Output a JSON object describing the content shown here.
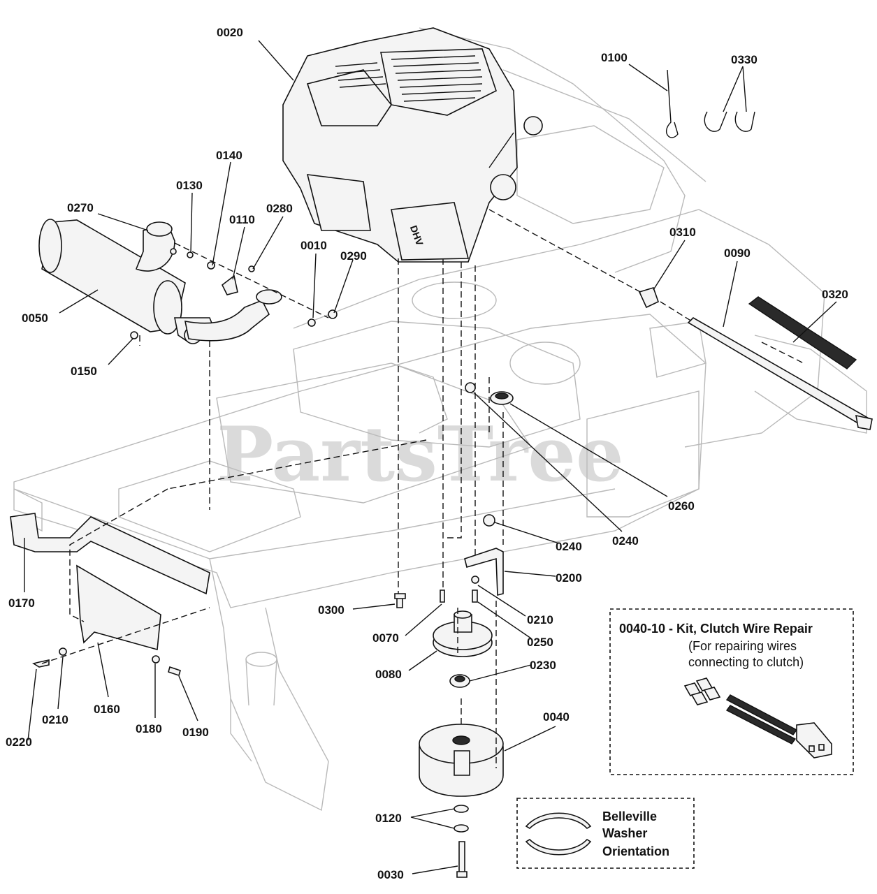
{
  "watermark": "PartsTree",
  "callouts": {
    "c0020": "0020",
    "c0100": "0100",
    "c0330": "0330",
    "c0130": "0130",
    "c0140": "0140",
    "c0270": "0270",
    "c0110": "0110",
    "c0280": "0280",
    "c0010": "0010",
    "c0290": "0290",
    "c0310": "0310",
    "c0090": "0090",
    "c0050": "0050",
    "c0320": "0320",
    "c0150": "0150",
    "c0260": "0260",
    "c0240a": "0240",
    "c0240b": "0240",
    "c0200": "0200",
    "c0170": "0170",
    "c0300": "0300",
    "c0210a": "0210",
    "c0070": "0070",
    "c0250": "0250",
    "c0080": "0080",
    "c0230": "0230",
    "c0040": "0040",
    "c0220": "0220",
    "c0210b": "0210",
    "c0160": "0160",
    "c0180": "0180",
    "c0190": "0190",
    "c0120": "0120",
    "c0030": "0030"
  },
  "kit_box": {
    "title": "0040-10 - Kit, Clutch Wire Repair",
    "line1": "(For repairing wires",
    "line2": "connecting to clutch)"
  },
  "washer_box": {
    "line1": "Belleville",
    "line2": "Washer",
    "line3": "Orientation"
  }
}
